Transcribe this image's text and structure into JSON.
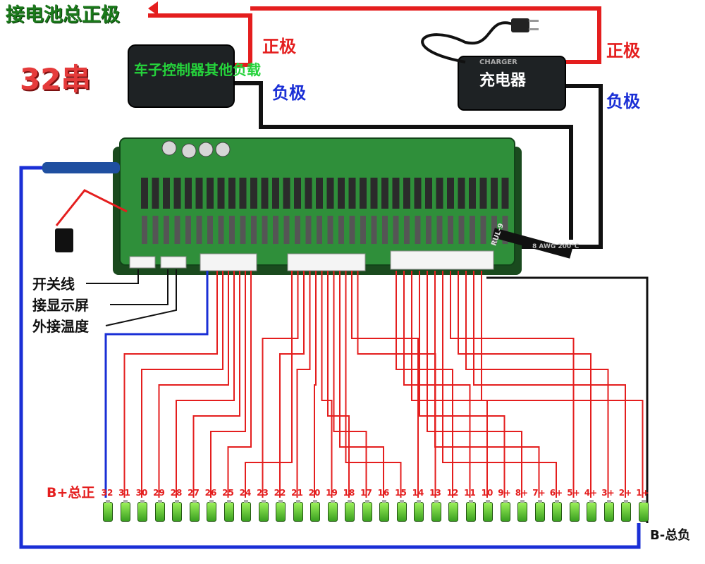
{
  "title": "接电池总正极",
  "series_count": "32串",
  "controller_label": "车子控制器其他负载",
  "charger_label": "充电器",
  "charger_brand": "CHARGER",
  "positive_label": "正极",
  "negative_label": "负极",
  "switch_wire_label": "开关线",
  "display_label": "接显示屏",
  "temperature_label": "外接温度",
  "b_plus_label": "B+总正",
  "b_minus_label": "B-总负",
  "board_mark": "RUL-9",
  "cable_mark": "8 AWG 200°C",
  "cell_labels": [
    "32",
    "31",
    "30",
    "29",
    "28",
    "27",
    "26",
    "25",
    "24",
    "23",
    "22",
    "21",
    "20",
    "19",
    "18",
    "17",
    "16",
    "15",
    "14",
    "13",
    "12",
    "11",
    "10",
    "9+",
    "8+",
    "7+",
    "6+",
    "5+",
    "4+",
    "3+",
    "2+",
    "1+"
  ],
  "colors": {
    "positive": "#e41e1e",
    "negative": "#1a2fd6",
    "board": "#2f8f3a",
    "title": "#1b7a1b",
    "cell": "#5ccc2e",
    "wire": "#e41e1e"
  },
  "icons": [
    "arrow-left-icon",
    "power-plug-icon",
    "battery-cell-icon"
  ]
}
